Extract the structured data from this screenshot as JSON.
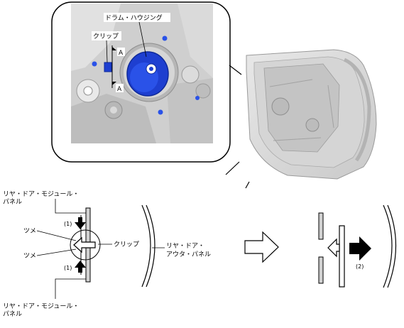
{
  "detail_labels": {
    "drum_housing": "ドラム・ハウジング",
    "clip": "クリップ",
    "section_mark_top": "A",
    "section_mark_bottom": "A"
  },
  "section_labels": {
    "module_panel_top_line1": "リヤ・ドア・モジュール・",
    "module_panel_top_line2": "パネル",
    "claw_upper": "ツメ",
    "claw_lower": "ツメ",
    "step1_upper": "(1)",
    "step1_lower": "(1)",
    "clip": "クリップ",
    "outer_panel_line1": "リヤ・ドア・",
    "outer_panel_line2": "アウタ・パネル",
    "module_panel_bottom_line1": "リヤ・ドア・モジュール・",
    "module_panel_bottom_line2": "パネル",
    "step2": "(2)"
  },
  "colors": {
    "drum_blue": "#1e3fd0",
    "drum_blue_dark": "#0f2a9a",
    "panel_gray": "#d2d2d2",
    "ink": "#000000"
  }
}
